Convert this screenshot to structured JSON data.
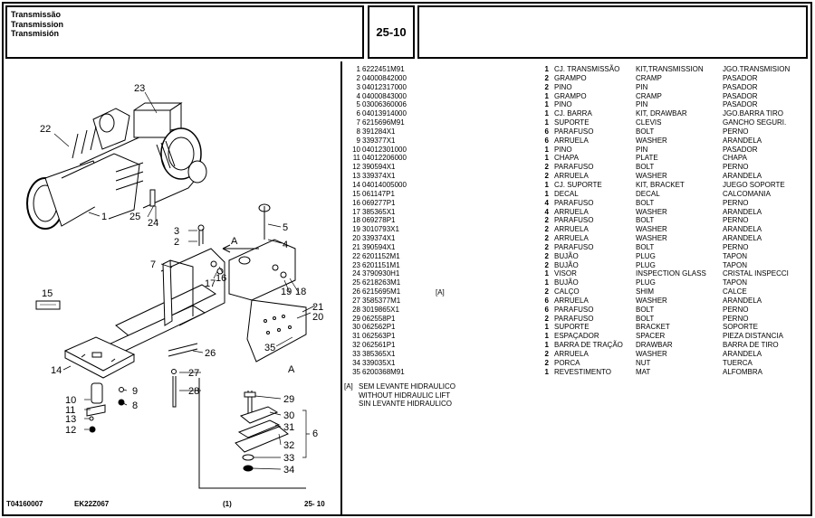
{
  "header": {
    "title_pt": "Transmissão",
    "title_en": "Transmission",
    "title_es": "Transmisión",
    "section_code": "25-10"
  },
  "footer": {
    "doc_code": "T04160007",
    "model_code": "EK22Z067",
    "page_marker": "(1)",
    "section": "25- 10"
  },
  "diagram": {
    "callouts": [
      "1",
      "2",
      "3",
      "4",
      "5",
      "6",
      "7",
      "8",
      "9",
      "10",
      "11",
      "12",
      "13",
      "14",
      "15",
      "16",
      "17",
      "18",
      "19",
      "20",
      "21",
      "22",
      "23",
      "24",
      "25",
      "26",
      "27",
      "28",
      "29",
      "30",
      "31",
      "32",
      "33",
      "34",
      "35"
    ],
    "view_label": "A",
    "detail_label": "A"
  },
  "parts": [
    {
      "item": "1",
      "part": "6222451M91",
      "qty": "1",
      "pt": "CJ. TRANSMISSÃO",
      "en": "KIT,TRANSMISSION",
      "es": "JGO.TRANSMISION"
    },
    {
      "item": "2",
      "part": "04000842000",
      "qty": "2",
      "pt": "GRAMPO",
      "en": "CRAMP",
      "es": "PASADOR"
    },
    {
      "item": "3",
      "part": "04012317000",
      "qty": "2",
      "pt": "PINO",
      "en": "PIN",
      "es": "PASADOR"
    },
    {
      "item": "4",
      "part": "04000843000",
      "qty": "1",
      "pt": "GRAMPO",
      "en": "CRAMP",
      "es": "PASADOR"
    },
    {
      "item": "5",
      "part": "03006360006",
      "qty": "1",
      "pt": "PINO",
      "en": "PIN",
      "es": "PASADOR"
    },
    {
      "item": "6",
      "part": "04013914000",
      "qty": "1",
      "pt": "CJ. BARRA",
      "en": "KIT, DRAWBAR",
      "es": "JGO.BARRA TIRO"
    },
    {
      "item": "7",
      "part": "6215696M91",
      "qty": "1",
      "pt": "SUPORTE",
      "en": "CLEVIS",
      "es": "GANCHO SEGURI."
    },
    {
      "item": "8",
      "part": "391284X1",
      "qty": "6",
      "pt": "PARAFUSO",
      "en": "BOLT",
      "es": "PERNO"
    },
    {
      "item": "9",
      "part": "339377X1",
      "qty": "6",
      "pt": "ARRUELA",
      "en": "WASHER",
      "es": "ARANDELA"
    },
    {
      "item": "10",
      "part": "04012301000",
      "qty": "1",
      "pt": "PINO",
      "en": "PIN",
      "es": "PASADOR"
    },
    {
      "item": "11",
      "part": "04012206000",
      "qty": "1",
      "pt": "CHAPA",
      "en": "PLATE",
      "es": "CHAPA"
    },
    {
      "item": "12",
      "part": "390594X1",
      "qty": "2",
      "pt": "PARAFUSO",
      "en": "BOLT",
      "es": "PERNO"
    },
    {
      "item": "13",
      "part": "339374X1",
      "qty": "2",
      "pt": "ARRUELA",
      "en": "WASHER",
      "es": "ARANDELA"
    },
    {
      "item": "14",
      "part": "04014005000",
      "qty": "1",
      "pt": "CJ. SUPORTE",
      "en": "KIT, BRACKET",
      "es": "JUEGO SOPORTE"
    },
    {
      "item": "15",
      "part": "061147P1",
      "qty": "1",
      "pt": "DECAL",
      "en": "DECAL",
      "es": "CALCOMANIA"
    },
    {
      "item": "16",
      "part": "069277P1",
      "qty": "4",
      "pt": "PARAFUSO",
      "en": "BOLT",
      "es": "PERNO"
    },
    {
      "item": "17",
      "part": "385365X1",
      "qty": "4",
      "pt": "ARRUELA",
      "en": "WASHER",
      "es": "ARANDELA"
    },
    {
      "item": "18",
      "part": "069278P1",
      "qty": "2",
      "pt": "PARAFUSO",
      "en": "BOLT",
      "es": "PERNO"
    },
    {
      "item": "19",
      "part": "3010793X1",
      "qty": "2",
      "pt": "ARRUELA",
      "en": "WASHER",
      "es": "ARANDELA"
    },
    {
      "item": "20",
      "part": "339374X1",
      "qty": "2",
      "pt": "ARRUELA",
      "en": "WASHER",
      "es": "ARANDELA"
    },
    {
      "item": "21",
      "part": "390594X1",
      "qty": "2",
      "pt": "PARAFUSO",
      "en": "BOLT",
      "es": "PERNO"
    },
    {
      "item": "22",
      "part": "6201152M1",
      "qty": "2",
      "pt": "BUJÃO",
      "en": "PLUG",
      "es": "TAPON"
    },
    {
      "item": "23",
      "part": "6201151M1",
      "qty": "2",
      "pt": "BUJÃO",
      "en": "PLUG",
      "es": "TAPON"
    },
    {
      "item": "24",
      "part": "3790930H1",
      "qty": "1",
      "pt": "VISOR",
      "en": "INSPECTION GLASS",
      "es": "CRISTAL INSPECCI"
    },
    {
      "item": "25",
      "part": "6218263M1",
      "qty": "1",
      "pt": "BUJÃO",
      "en": "PLUG",
      "es": "TAPON"
    },
    {
      "item": "26",
      "part": "6215695M1",
      "qty": "2",
      "pt": "CALÇO",
      "en": "SHIM",
      "es": "CALCE"
    },
    {
      "item": "27",
      "part": "3585377M1",
      "qty": "6",
      "pt": "ARRUELA",
      "en": "WASHER",
      "es": "ARANDELA"
    },
    {
      "item": "28",
      "part": "3019865X1",
      "qty": "6",
      "pt": "PARAFUSO",
      "en": "BOLT",
      "es": "PERNO"
    },
    {
      "item": "29",
      "part": "062558P1",
      "qty": "2",
      "pt": "PARAFUSO",
      "en": "BOLT",
      "es": "PERNO"
    },
    {
      "item": "30",
      "part": "062562P1",
      "qty": "1",
      "pt": "SUPORTE",
      "en": "BRACKET",
      "es": "SOPORTE"
    },
    {
      "item": "31",
      "part": "062563P1",
      "qty": "1",
      "pt": "ESPAÇADOR",
      "en": "SPACER",
      "es": "PIEZA DISTANCIA"
    },
    {
      "item": "32",
      "part": "062561P1",
      "qty": "1",
      "pt": "BARRA DE TRAÇÃO",
      "en": "DRAWBAR",
      "es": "BARRA DE TIRO"
    },
    {
      "item": "33",
      "part": "385365X1",
      "qty": "2",
      "pt": "ARRUELA",
      "en": "WASHER",
      "es": "ARANDELA"
    },
    {
      "item": "34",
      "part": "339035X1",
      "qty": "2",
      "pt": "PORCA",
      "en": "NUT",
      "es": "TUERCA"
    },
    {
      "item": "35",
      "part": "6200368M91",
      "qty": "1",
      "pt": "REVESTIMENTO",
      "en": "MAT",
      "es": "ALFOMBRA"
    }
  ],
  "marker": "[A]",
  "note": {
    "tag": "[A]",
    "pt": "SEM LEVANTE HIDRAULICO",
    "en": "WITHOUT HIDRAULIC LIFT",
    "es": "SIN LEVANTE HIDRAULICO"
  }
}
